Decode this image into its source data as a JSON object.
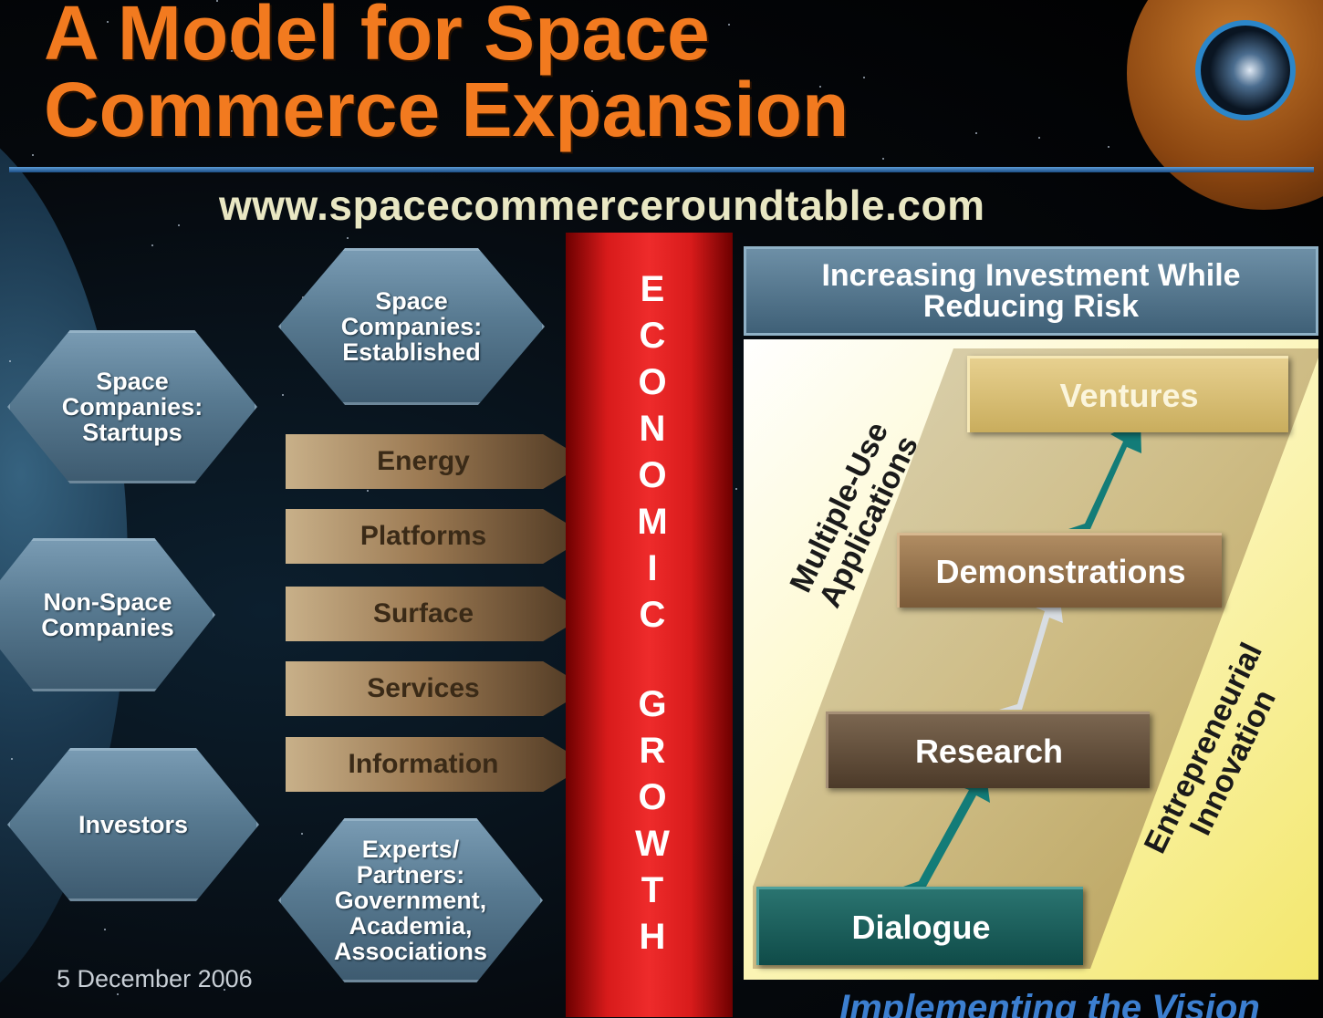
{
  "title": {
    "line1": "A Model for Space",
    "line2": "Commerce Expansion"
  },
  "url": "www.spacecommerceroundtable.com",
  "hexagons": {
    "established": "Space\nCompanies:\nEstablished",
    "startups": "Space\nCompanies:\nStartups",
    "nonspace": "Non-Space\nCompanies",
    "investors": "Investors",
    "experts": "Experts/\nPartners:\nGovernment,\nAcademia,\nAssociations"
  },
  "sectors": [
    "Energy",
    "Platforms",
    "Surface",
    "Services",
    "Information"
  ],
  "economic_growth": {
    "word1": [
      "E",
      "C",
      "O",
      "N",
      "O",
      "M",
      "I",
      "C"
    ],
    "word2": [
      "G",
      "R",
      "O",
      "W",
      "T",
      "H"
    ]
  },
  "panel": {
    "header_line1": "Increasing Investment While",
    "header_line2": "Reducing Risk",
    "stages": {
      "ventures": "Ventures",
      "demonstrations": "Demonstrations",
      "research": "Research",
      "dialogue": "Dialogue"
    },
    "left_label": {
      "line1": "Multiple-Use",
      "line2": "Applications"
    },
    "right_label": {
      "line1": "Entrepreneurial",
      "line2": "Innovation"
    }
  },
  "date": "5 December 2006",
  "footer": "Implementing the Vision",
  "colors": {
    "title": "#f27a1f",
    "hexagon": "#587a91",
    "growth_bar": "#e02020",
    "panel_header": "#4f7088",
    "arrow_teal": "#137c78",
    "arrow_light": "#d8dde2"
  }
}
